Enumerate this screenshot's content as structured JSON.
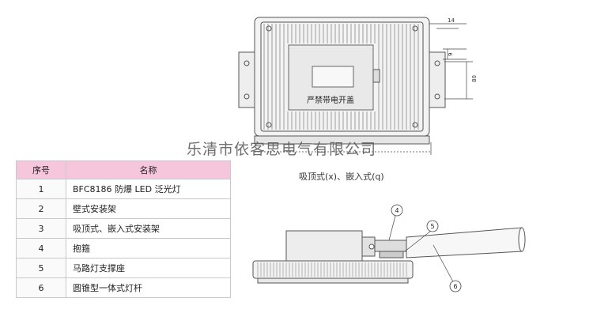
{
  "watermark": "乐清市依客思电气有限公司",
  "caption": "吸顶式(x)、嵌入式(q)",
  "panel_label": "严禁带电开盖",
  "dimensions": {
    "d14": "14",
    "d9": "9",
    "d80": "80"
  },
  "callouts": [
    "4",
    "5",
    "6"
  ],
  "table": {
    "headers": [
      "序号",
      "名称"
    ],
    "rows": [
      {
        "index": "1",
        "name": "BFC8186 防爆 LED 泛光灯"
      },
      {
        "index": "2",
        "name": "壁式安装架"
      },
      {
        "index": "3",
        "name": "吸顶式、嵌入式安装架"
      },
      {
        "index": "4",
        "name": "抱箍"
      },
      {
        "index": "5",
        "name": "马路灯支撑座"
      },
      {
        "index": "6",
        "name": "圆锥型一体式灯杆"
      }
    ]
  }
}
